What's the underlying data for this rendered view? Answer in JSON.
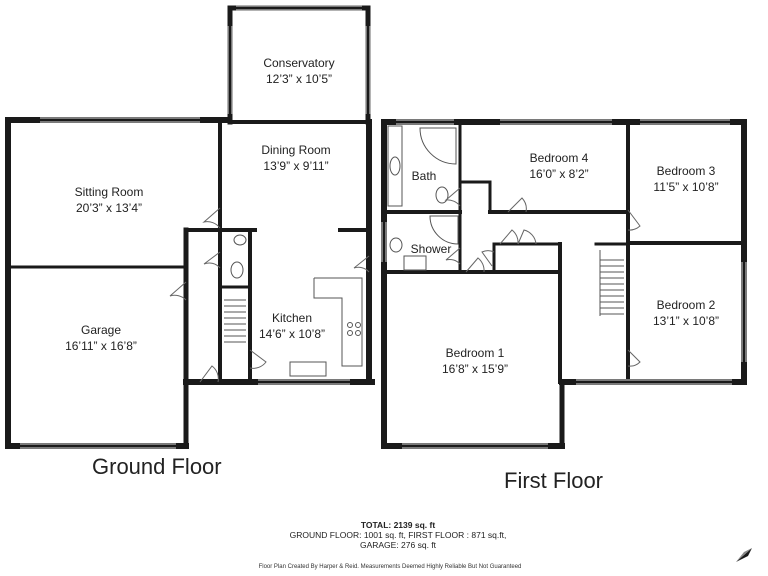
{
  "ground_floor": {
    "title": "Ground Floor",
    "rooms": [
      {
        "name": "Conservatory",
        "dims": "12’3” x 10’5”"
      },
      {
        "name": "Sitting Room",
        "dims": "20’3” x 13’4”"
      },
      {
        "name": "Dining Room",
        "dims": "13’9” x 9’11”"
      },
      {
        "name": "Garage",
        "dims": "16’11” x 16’8”"
      },
      {
        "name": "Kitchen",
        "dims": "14’6” x 10’8”"
      }
    ]
  },
  "first_floor": {
    "title": "First Floor",
    "rooms": [
      {
        "name": "Bedroom 4",
        "dims": "16’0” x 8’2”"
      },
      {
        "name": "Bedroom 3",
        "dims": "11’5” x 10’8”"
      },
      {
        "name": "Bath",
        "dims": ""
      },
      {
        "name": "Shower",
        "dims": ""
      },
      {
        "name": "Bedroom 1",
        "dims": "16’8” x 15’9”"
      },
      {
        "name": "Bedroom 2",
        "dims": "13’1” x 10’8”"
      }
    ]
  },
  "totals": {
    "total": "TOTAL: 2139 sq. ft",
    "floors": "GROUND FLOOR: 1001  sq. ft, FIRST FLOOR : 871  sq.ft,",
    "garage": "GARAGE: 276 sq. ft"
  },
  "credit": "Floor Plan Created By Harper & Reid. Measurements Deemed Highly Reliable But Not Guaranteed",
  "compass_icon": "north-arrow-icon",
  "colors": {
    "wall": "#1a1a1a",
    "window": "#9a9a9a",
    "background": "#ffffff"
  }
}
